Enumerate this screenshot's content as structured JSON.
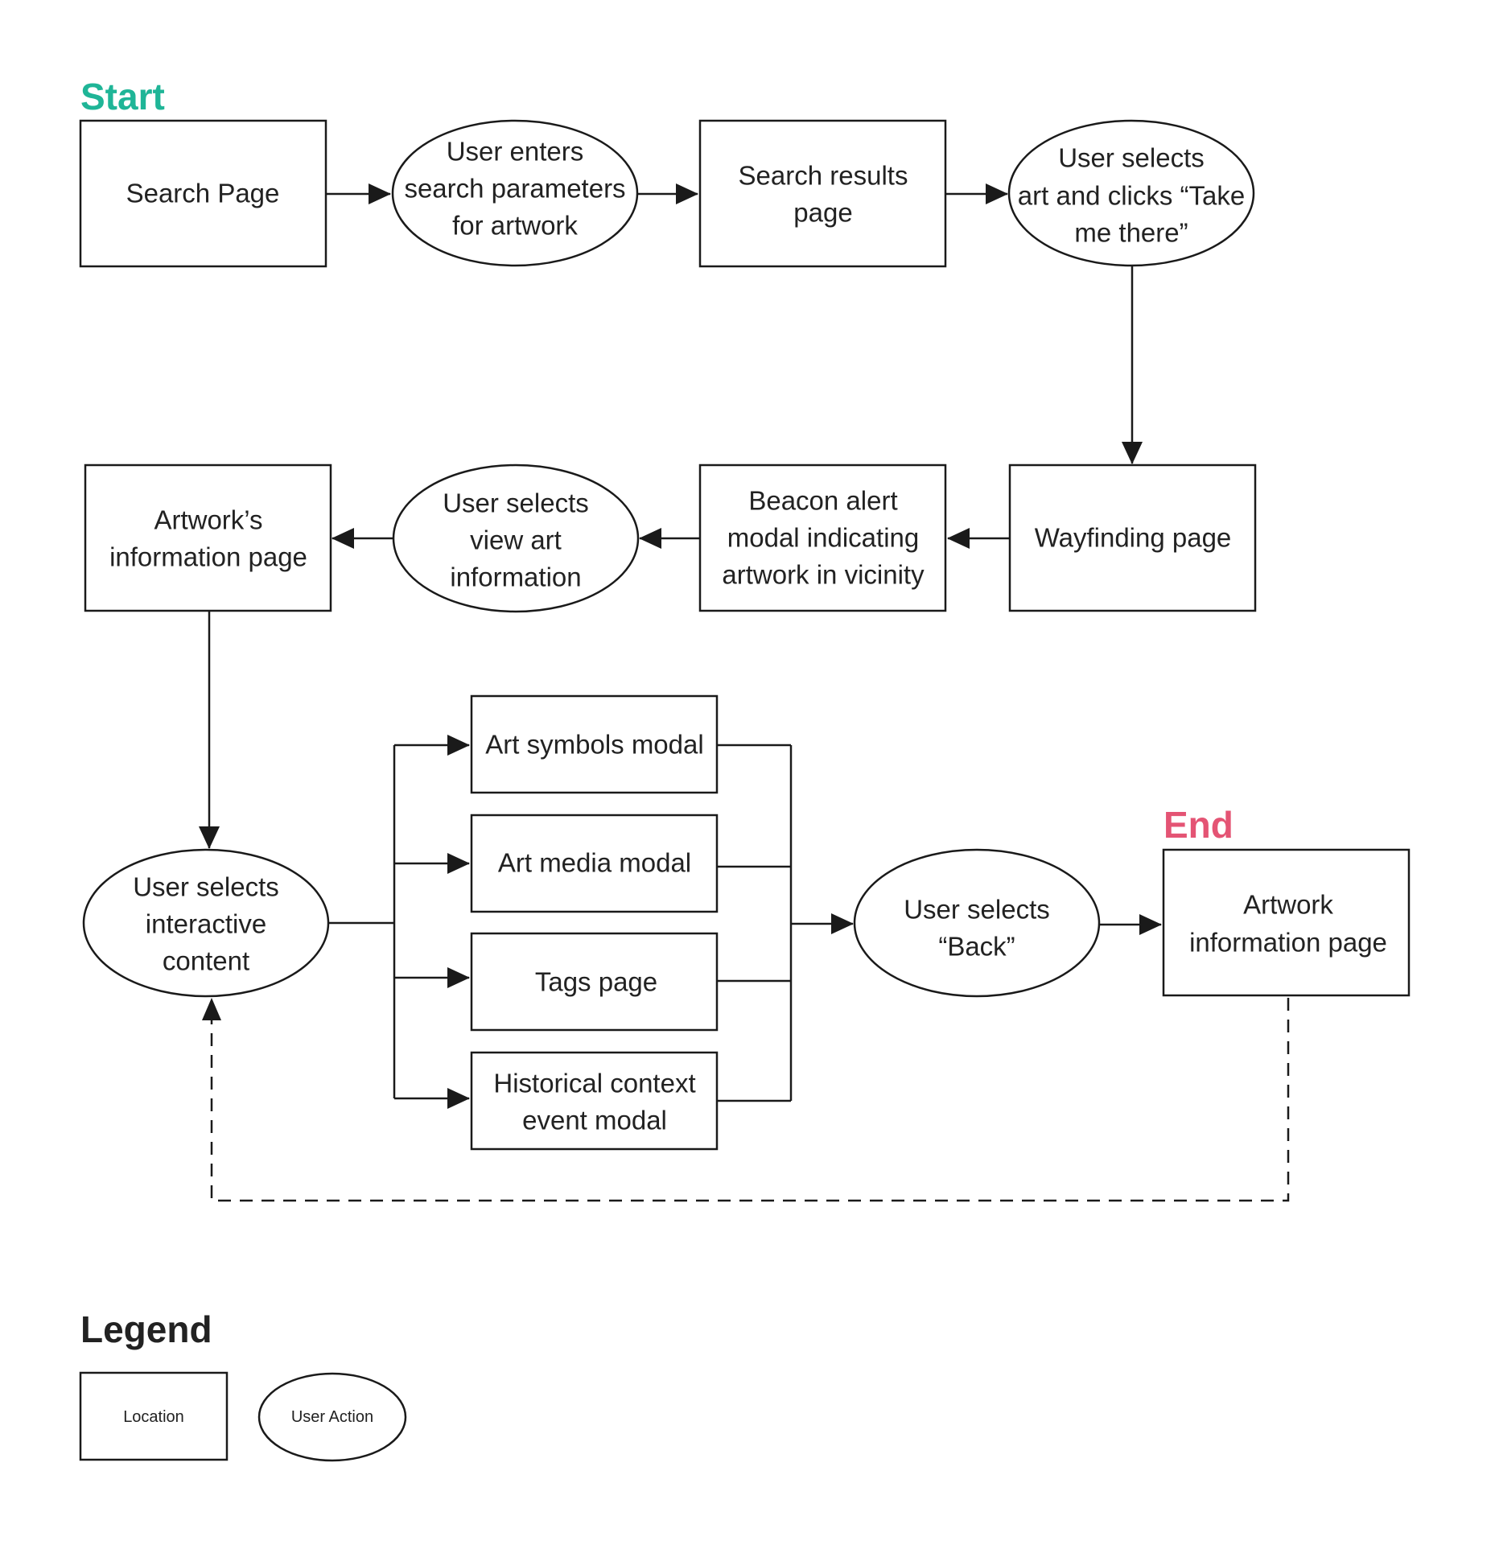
{
  "start_label": "Start",
  "end_label": "End",
  "nodes": {
    "search_page": [
      "Search Page"
    ],
    "enter_params": [
      "User enters",
      "search parameters",
      "for artwork"
    ],
    "search_results": [
      "Search results",
      "page"
    ],
    "select_art": [
      "User selects",
      "art  and clicks “Take",
      "me there”"
    ],
    "wayfinding": [
      "Wayfinding page"
    ],
    "beacon_alert": [
      "Beacon alert",
      "modal indicating",
      "artwork in vicinity"
    ],
    "view_art_info": [
      "User selects",
      "view art",
      "information"
    ],
    "artwork_info": [
      "Artwork’s",
      "information page"
    ],
    "select_interactive": [
      "User selects",
      "interactive",
      "content"
    ],
    "art_symbols": [
      "Art symbols modal"
    ],
    "art_media": [
      "Art media modal"
    ],
    "tags": [
      "Tags page"
    ],
    "historical": [
      "Historical context",
      "event modal"
    ],
    "select_back": [
      "User selects",
      "“Back”"
    ],
    "artwork_info_end": [
      "Artwork",
      "information page"
    ]
  },
  "legend": {
    "title": "Legend",
    "location": "Location",
    "user_action": "User Action"
  },
  "colors": {
    "start": "#1fb597",
    "end": "#e45474",
    "stroke": "#1a1a1a"
  }
}
